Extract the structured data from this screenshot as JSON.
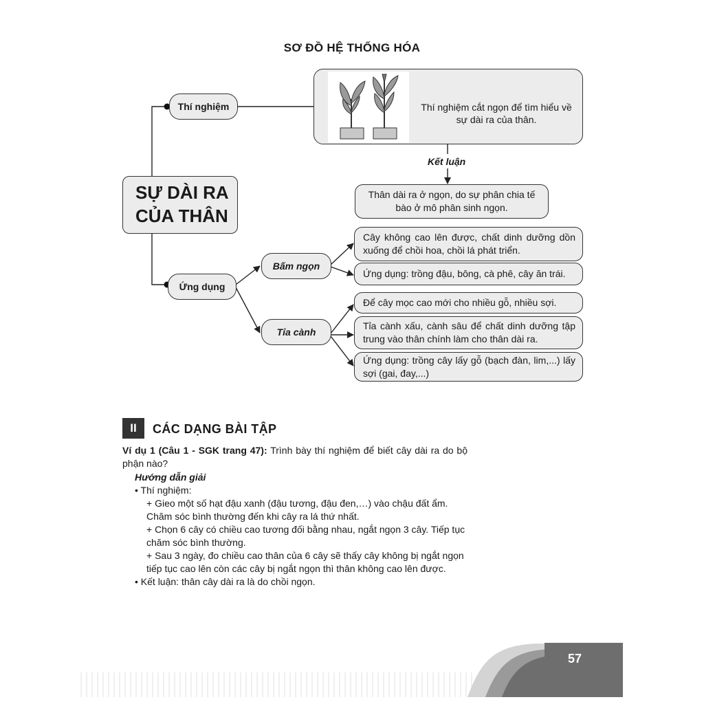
{
  "page_title": "SƠ ĐỒ HỆ THỐNG HÓA",
  "main_topic": {
    "line1": "SỰ DÀI RA",
    "line2": "CỦA THÂN"
  },
  "experiment": {
    "label": "Thí nghiệm",
    "description": "Thí nghiệm cắt ngọn để tìm hiểu về sự dài ra của thân."
  },
  "conclusion": {
    "label": "Kết luận",
    "text": "Thân dài ra ở ngọn, do sự phân chia tế bào ở mô phân sinh ngọn."
  },
  "application": {
    "label": "Ứng dụng",
    "topping": {
      "label": "Bấm ngọn",
      "items": [
        "Cây không cao lên được, chất dinh dưỡng dồn xuống để chồi hoa, chồi lá phát triển.",
        "Ứng dụng: trồng đậu, bông, cà phê, cây ăn trái."
      ]
    },
    "pruning": {
      "label": "Tỉa cành",
      "items": [
        "Để cây mọc cao mới cho nhiều gỗ, nhiều sợi.",
        "Tỉa cành xấu, cành sâu để chất dinh dưỡng tập trung vào thân chính làm cho thân dài ra.",
        "Ứng dụng: trồng cây lấy gỗ (bạch đàn, lim,...) lấy sợi (gai, đay,...)"
      ]
    }
  },
  "section": {
    "number": "II",
    "title": "CÁC DẠNG BÀI TẬP"
  },
  "example": {
    "heading": "Ví dụ 1 (Câu 1 - SGK trang 47):",
    "question": "Trình bày thí nghiệm để biết cây dài ra do bộ phận nào?",
    "guide_label": "Hướng dẫn giải",
    "bullet1": "• Thí nghiệm:",
    "steps": [
      "+ Gieo một số hạt đậu xanh (đậu tương, đậu đen,…) vào chậu đất ẩm. Chăm sóc bình thường đến khi cây ra lá thứ nhất.",
      "+ Chọn 6 cây có chiều cao tương đối bằng nhau, ngắt ngọn 3 cây. Tiếp tục chăm sóc bình thường.",
      "+ Sau 3 ngày, đo chiều cao thân của 6 cây sẽ thấy cây không bị ngắt ngọn tiếp tục cao lên còn các cây bị ngắt ngọn thì thân không cao lên được."
    ],
    "bullet2": "• Kết luận: thân cây dài ra là do chồi ngọn."
  },
  "page_number": "57",
  "colors": {
    "box_fill": "#ececec",
    "outline": "#333333",
    "footer": "#6e6e6e"
  }
}
